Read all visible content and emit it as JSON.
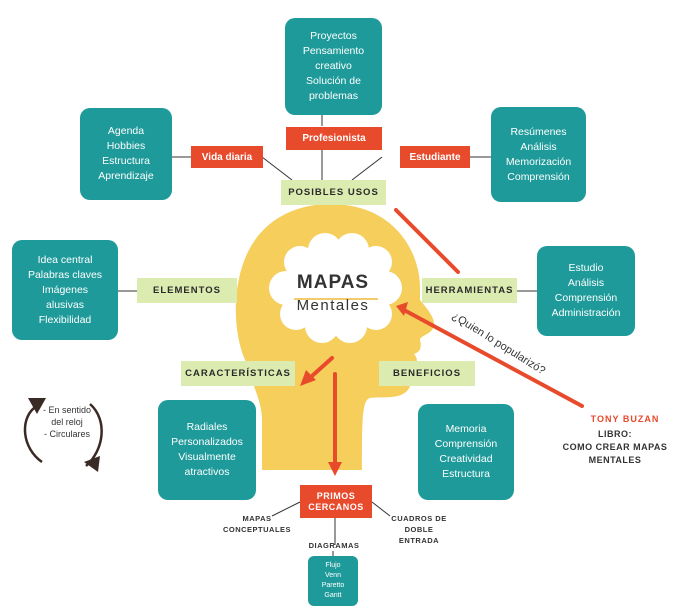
{
  "center": {
    "title": "MAPAS",
    "subtitle": "Mentales"
  },
  "categories": {
    "posibles_usos": "POSIBLES USOS",
    "elementos": "ELEMENTOS",
    "herramientas": "HERRAMIENTAS",
    "caracteristicas": "CARACTERÍSTICAS",
    "beneficios": "BENEFICIOS"
  },
  "usos": {
    "profesionista": "Profesionista",
    "vida_diaria": "Vida diaria",
    "estudiante": "Estudiante"
  },
  "boxes": {
    "profesionista": [
      "Proyectos",
      "Pensamiento",
      "creativo",
      "Solución de",
      "problemas"
    ],
    "vida_diaria": [
      "Agenda",
      "Hobbies",
      "Estructura",
      "Aprendizaje"
    ],
    "estudiante": [
      "Resúmenes",
      "Análisis",
      "Memorización",
      "Comprensión"
    ],
    "elementos": [
      "Idea central",
      "Palabras claves",
      "Imágenes",
      "alusivas",
      "Flexibilidad"
    ],
    "herramientas": [
      "Estudio",
      "Análisis",
      "Comprensión",
      "Administración"
    ],
    "caracteristicas": [
      "Radiales",
      "Personalizados",
      "Visualmente",
      "atractivos"
    ],
    "beneficios": [
      "Memoria",
      "Comprensión",
      "Creatividad",
      "Estructura"
    ],
    "diagramas": [
      "Flujo",
      "Venn",
      "Paretto",
      "Gantt"
    ]
  },
  "primos": {
    "title_line1": "PRIMOS",
    "title_line2": "CERCANOS",
    "mapas_conceptuales": [
      "MAPAS",
      "CONCEPTUALES"
    ],
    "cuadros": [
      "CUADROS DE",
      "DOBLE",
      "ENTRADA"
    ],
    "diagramas": "DIAGRAMAS"
  },
  "author": {
    "question": "¿Quien lo popularizó?",
    "name": "TONY BUZAN",
    "book": [
      "LIBRO:",
      "COMO CREAR MAPAS",
      "MENTALES"
    ]
  },
  "cycle": [
    "- En sentido",
    "del reloj",
    "- Circulares"
  ],
  "colors": {
    "teal": "#1e9a9a",
    "red": "#e84a2c",
    "green": "#dcebb0",
    "yellow": "#f5ce5c",
    "dark": "#3a2a25"
  }
}
